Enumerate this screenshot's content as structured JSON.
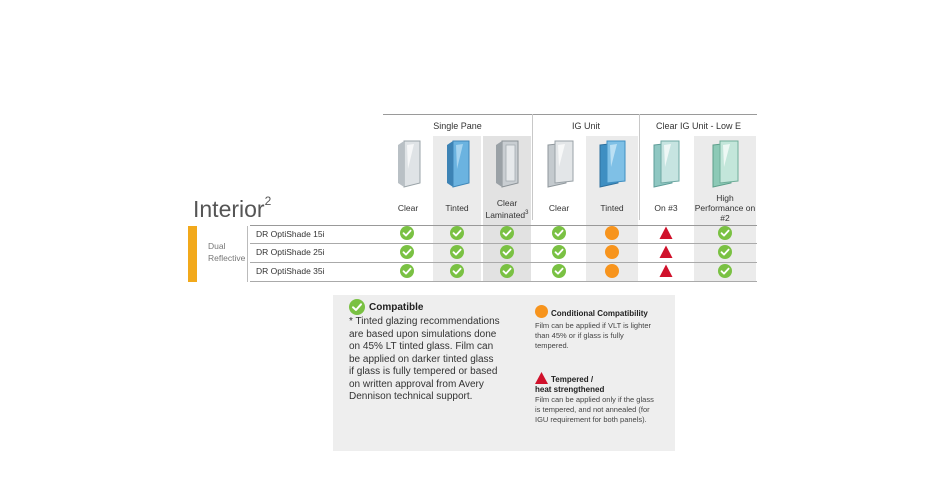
{
  "title": {
    "text": "Interior",
    "sup": "2"
  },
  "groups": [
    {
      "label": "Single Pane"
    },
    {
      "label": "IG Unit"
    },
    {
      "label": "Clear IG Unit - Low E"
    }
  ],
  "columns": [
    {
      "label": "Clear",
      "glass": "single-clear"
    },
    {
      "label": "Tinted",
      "glass": "single-tinted"
    },
    {
      "label": "Clear Laminated",
      "sup": "3",
      "glass": "single-laminated"
    },
    {
      "label": "Clear",
      "glass": "ig-clear"
    },
    {
      "label": "Tinted",
      "glass": "ig-tinted"
    },
    {
      "label": "On #3",
      "glass": "lowe-on3"
    },
    {
      "label": "High Performance on #2",
      "glass": "lowe-highperf"
    }
  ],
  "category": {
    "line1": "Dual",
    "line2": "Reflective"
  },
  "rows": [
    {
      "label": "DR OptiShade 15i",
      "cells": [
        "compatible",
        "compatible",
        "compatible",
        "compatible",
        "conditional",
        "tempered",
        "compatible"
      ]
    },
    {
      "label": "DR OptiShade 25i",
      "cells": [
        "compatible",
        "compatible",
        "compatible",
        "compatible",
        "conditional",
        "tempered",
        "compatible"
      ]
    },
    {
      "label": "DR OptiShade 35i",
      "cells": [
        "compatible",
        "compatible",
        "compatible",
        "compatible",
        "conditional",
        "tempered",
        "compatible"
      ]
    }
  ],
  "legend": {
    "compatible": {
      "title": "Compatible",
      "text": "* Tinted glazing recommendations are based upon simulations done on 45% LT tinted glass. Film can be applied on darker tinted glass if glass is fully tempered or based on written approval from Avery Dennison technical support."
    },
    "conditional": {
      "title": "Conditional Compatibility",
      "text": "Film can be applied if VLT is lighter than 45% or if glass is fully tempered."
    },
    "tempered": {
      "title_line1": "Tempered /",
      "title_line2": "heat strengthened",
      "text": "Film can be applied only if the glass is tempered, and not annealed (for IGU requirement for both panels)."
    }
  },
  "colors": {
    "check": "#7ac143",
    "conditional": "#f7941d",
    "tempered": "#d0112b",
    "accent_bar": "#f2a91b"
  }
}
